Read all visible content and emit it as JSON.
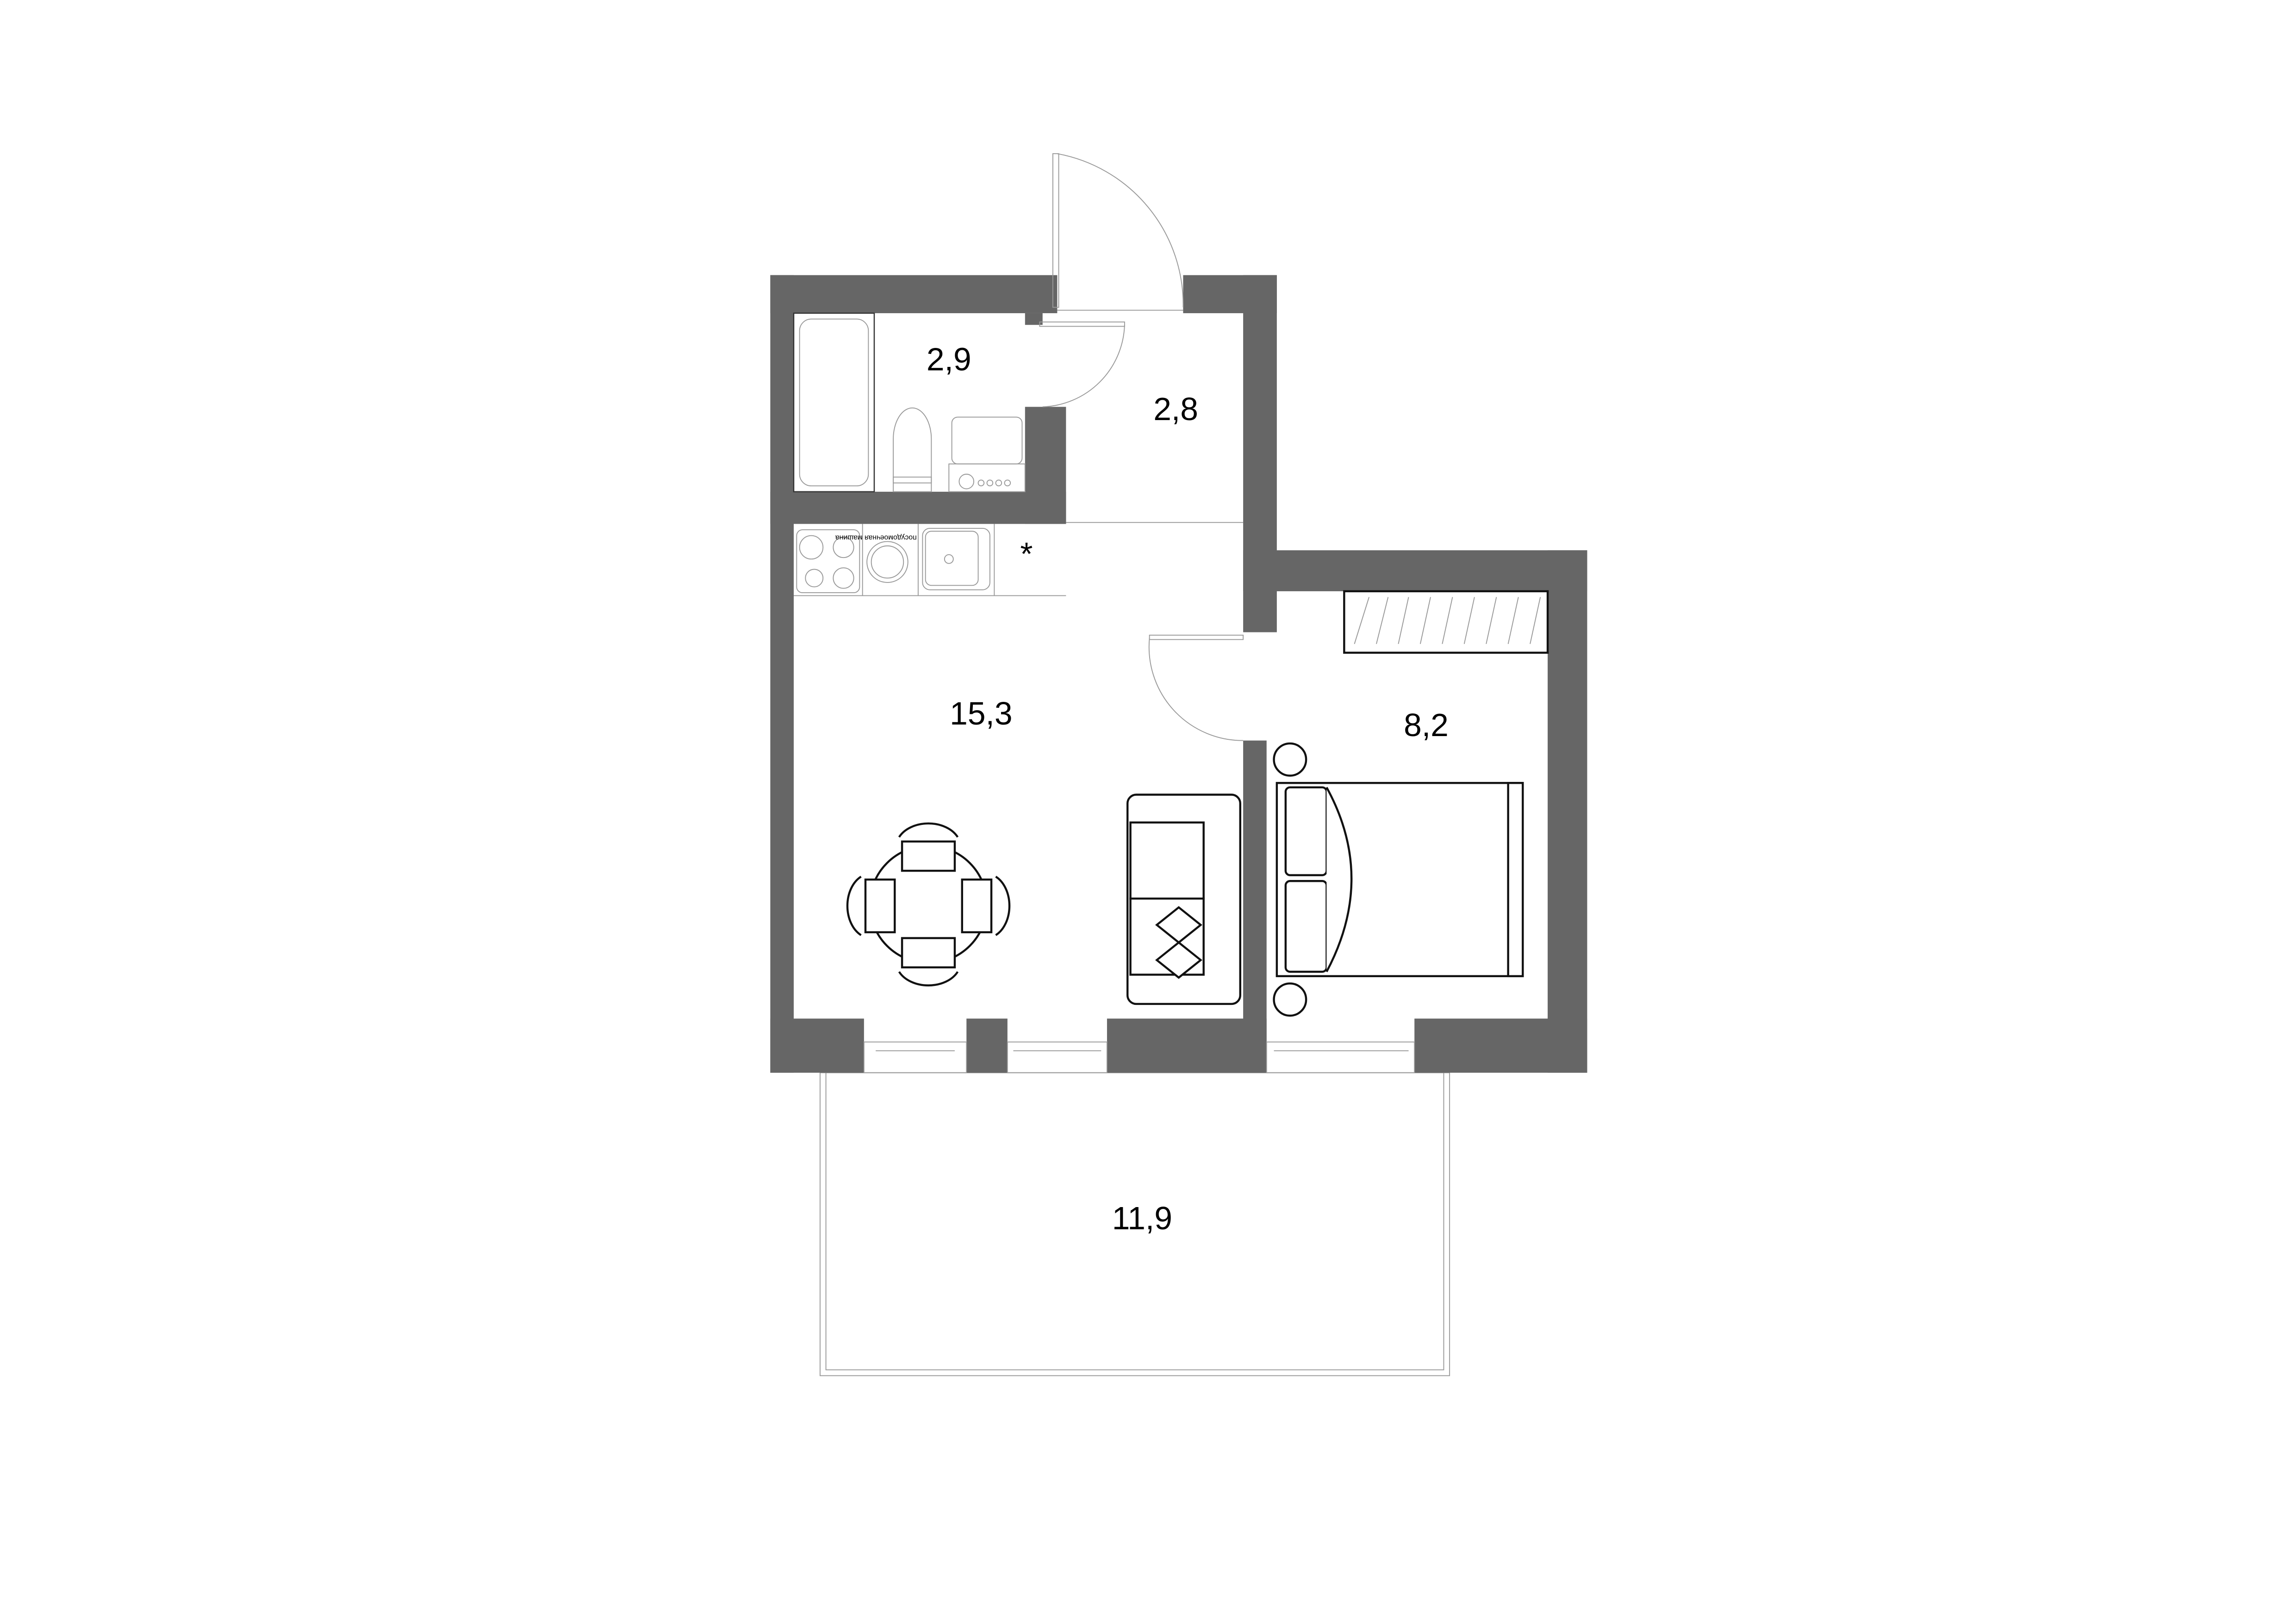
{
  "plan": {
    "rooms": [
      {
        "id": "bathroom",
        "area": "2,9"
      },
      {
        "id": "hallway",
        "area": "2,8"
      },
      {
        "id": "living-kitchen",
        "area": "15,3"
      },
      {
        "id": "bedroom",
        "area": "8,2"
      },
      {
        "id": "balcony",
        "area": "11,9"
      }
    ],
    "kitchen_mark": "*",
    "appliance_label": "посудомоечная машина",
    "wall_color": "#666666"
  }
}
